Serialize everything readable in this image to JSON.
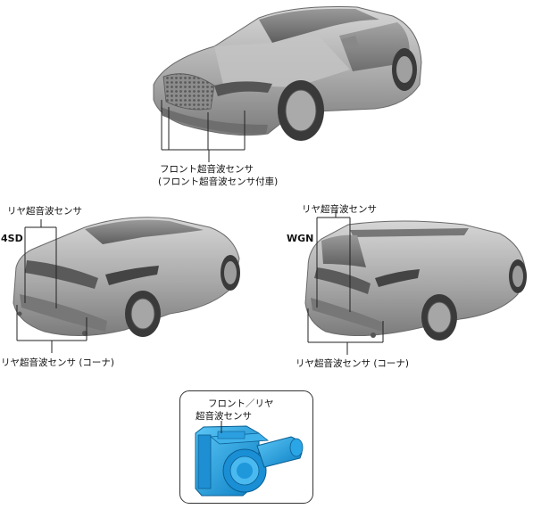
{
  "labels": {
    "front_sensor": "フロント超音波センサ",
    "front_sensor_note": "(フロント超音波センサ付車)",
    "sd_variant": "4SD",
    "sd_rear_sensor": "リヤ超音波センサ",
    "sd_rear_corner": "リヤ超音波センサ (コーナ)",
    "wgn_variant": "WGN",
    "wgn_rear_sensor": "リヤ超音波センサ",
    "wgn_rear_corner": "リヤ超音波センサ (コーナ)",
    "inset_line1": "フロント／リヤ",
    "inset_line2": "超音波センサ"
  },
  "colors": {
    "car_body": "#a9a9a9",
    "sensor": "#1fa0e0"
  }
}
